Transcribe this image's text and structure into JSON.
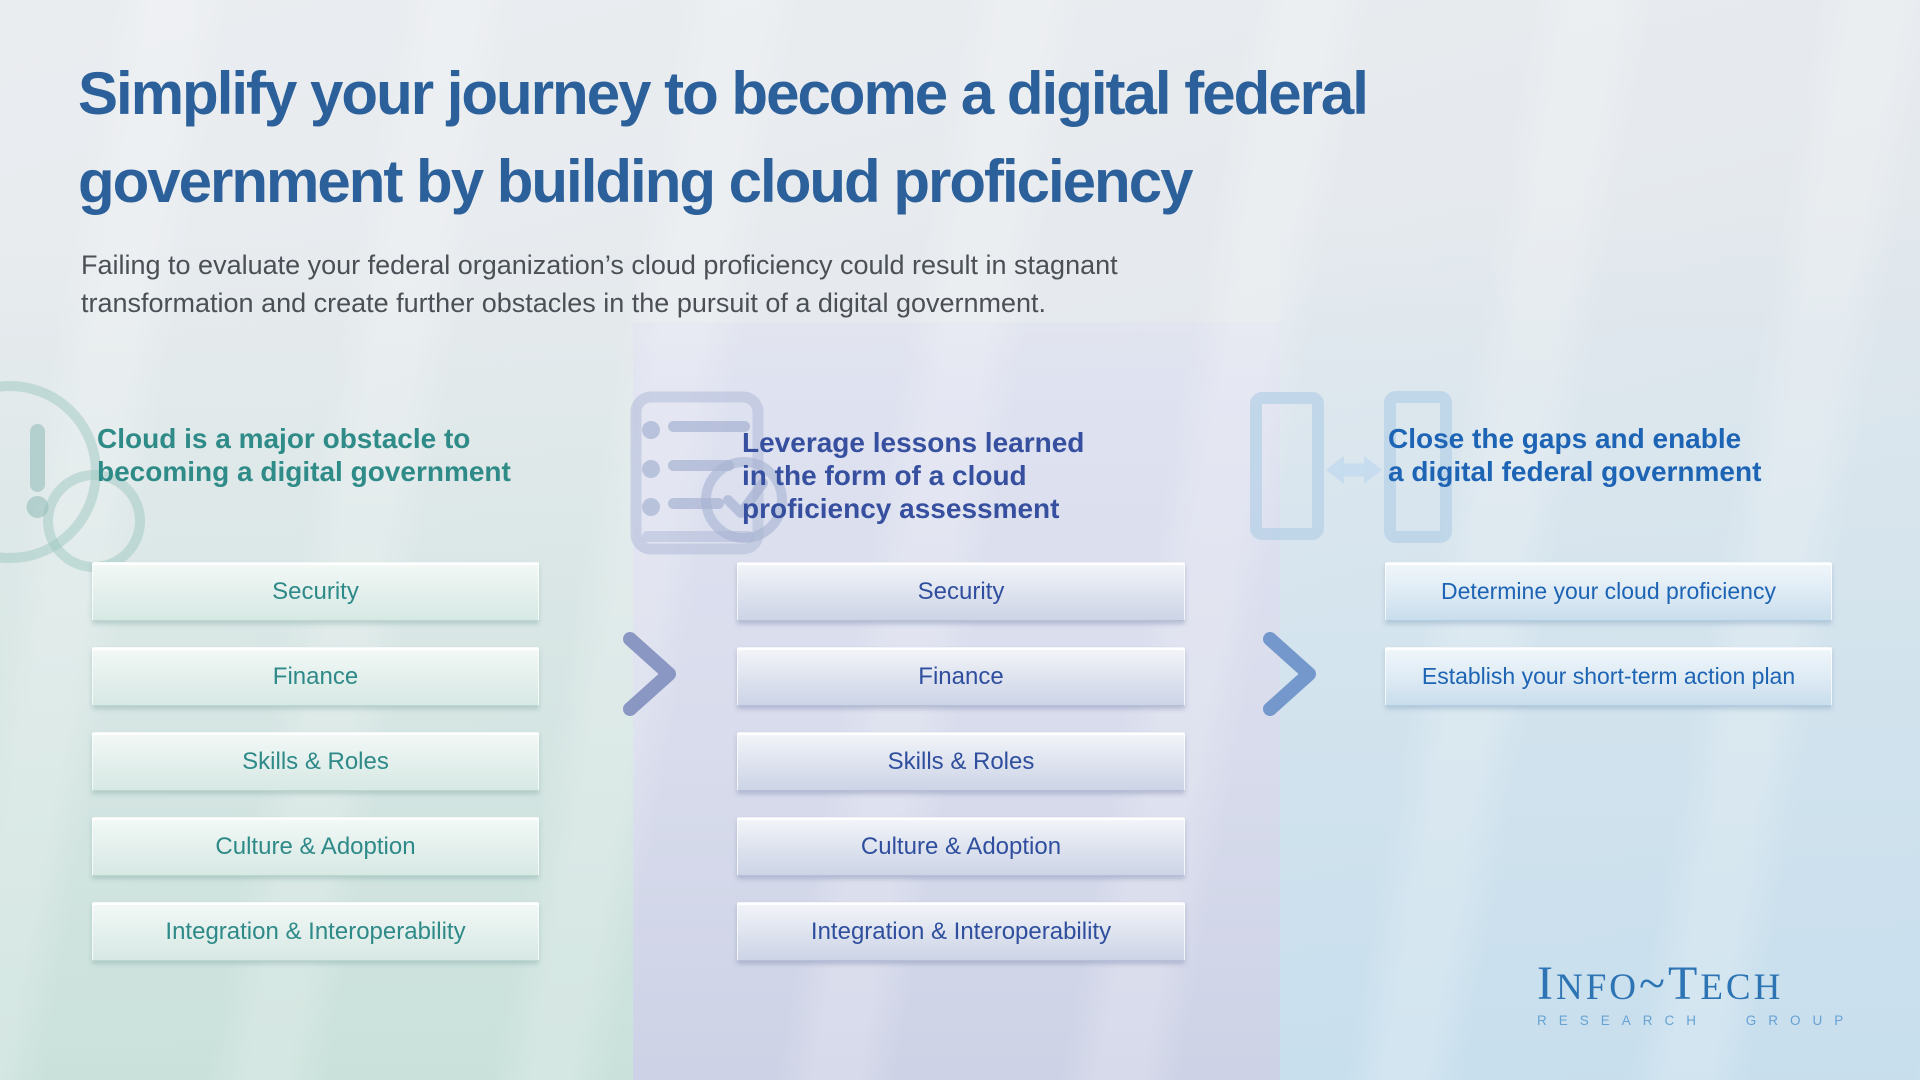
{
  "header": {
    "title": "Simplify your journey to become a digital federal\ngovernment by building cloud proficiency",
    "subtitle": "Failing to evaluate your federal organization’s cloud proficiency could result in stagnant\ntransformation and create further obstacles in the pursuit of a digital government."
  },
  "columns": [
    {
      "heading": "Cloud is a major obstacle to\nbecoming a digital government",
      "accent": "#2f8b88",
      "items": [
        "Security",
        "Finance",
        "Skills & Roles",
        "Culture & Adoption",
        "Integration & Interoperability"
      ]
    },
    {
      "heading": "Leverage lessons learned\nin the form of a cloud\nproficiency assessment",
      "accent": "#36509f",
      "items": [
        "Security",
        "Finance",
        "Skills & Roles",
        "Culture & Adoption",
        "Integration & Interoperability"
      ]
    },
    {
      "heading": "Close the gaps and enable\na digital federal government",
      "accent": "#1e64b5",
      "items": [
        "Determine your cloud proficiency",
        "Establish your short-term action plan"
      ]
    }
  ],
  "logo": {
    "parts": [
      {
        "text": "I"
      },
      {
        "text": "NFO"
      },
      {
        "text": "~T"
      },
      {
        "text": "ECH"
      }
    ],
    "subtext": "RESEARCH GROUP"
  },
  "colors": {
    "title": "#2c609a",
    "subtitle": "#4a5056",
    "chevron_left": "#8b97c3",
    "chevron_right": "#7498cc",
    "logo_main": "#2d74b4",
    "logo_sub": "#67a2d3"
  }
}
